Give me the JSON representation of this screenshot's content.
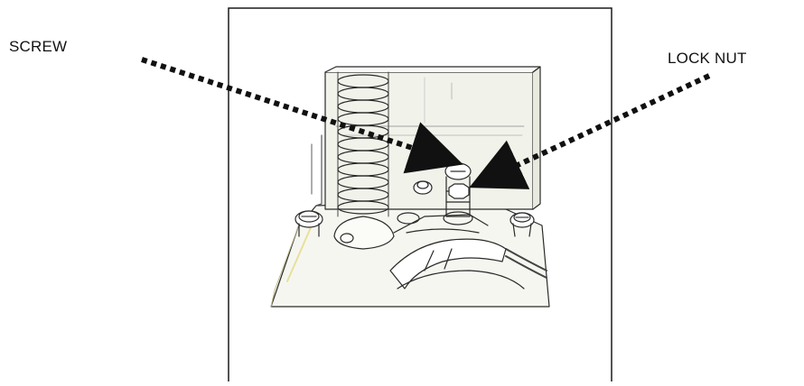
{
  "labels": {
    "screw": "SCREW",
    "lock_nut": "LOCK NUT"
  },
  "figure": {
    "subject": "spring-loaded-valve-assembly",
    "style": "line-art-edge-render"
  },
  "colors": {
    "line": "#111111",
    "frame": "#1a1a1a",
    "background": "#ffffff",
    "sketch_shade": "#f1f2ea",
    "accent_yellow": "#e8e09a"
  }
}
